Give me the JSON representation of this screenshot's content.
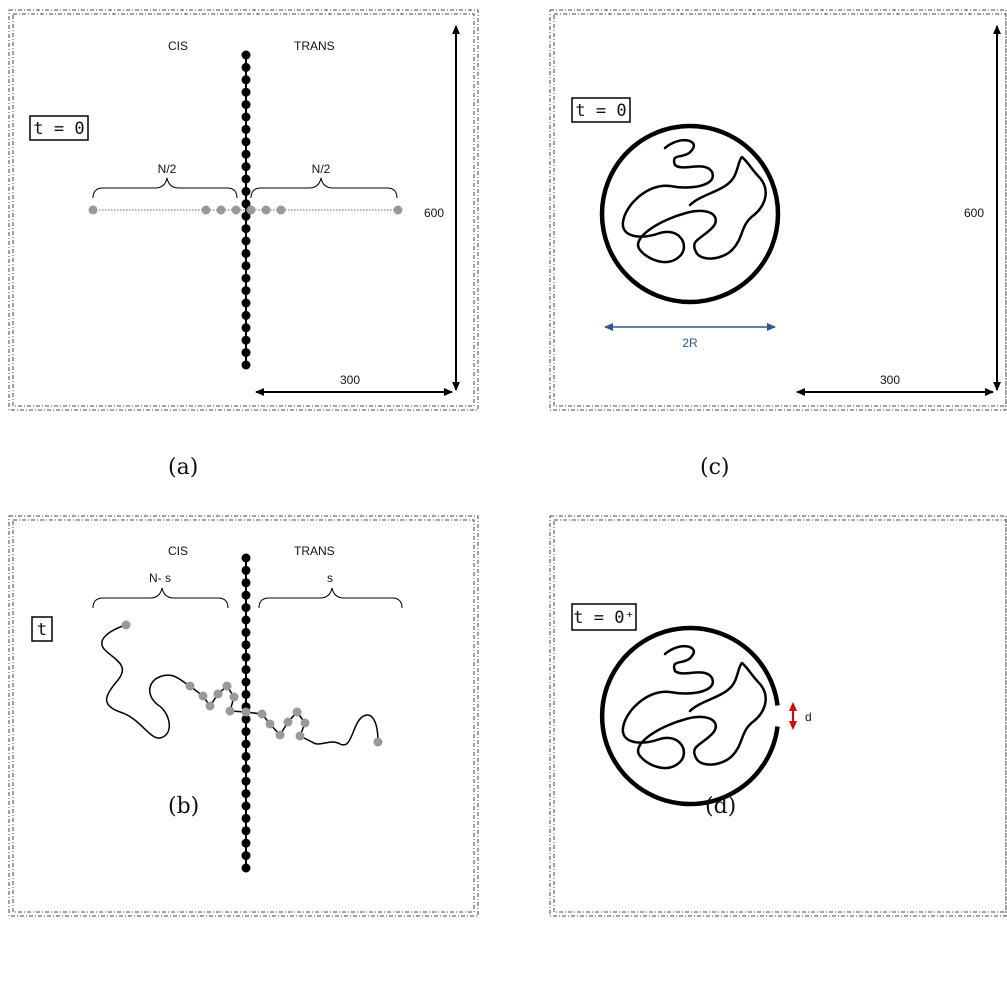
{
  "panels": {
    "a": {
      "caption": "(a)",
      "time_label": "t = 0",
      "cis_label": "CIS",
      "trans_label": "TRANS",
      "left_brace_label": "N/2",
      "right_brace_label": "N/2",
      "height_label": "600",
      "half_width_label": "300"
    },
    "b": {
      "caption": "(b)",
      "time_label": "t",
      "cis_label": "CIS",
      "trans_label": "TRANS",
      "left_brace_label": "N- s",
      "right_brace_label": "s"
    },
    "c": {
      "caption": "(c)",
      "time_label": "t = 0",
      "diameter_label": "2R",
      "height_label": "600",
      "half_width_label": "300"
    },
    "d": {
      "caption": "(d)",
      "time_label": "t = 0⁺",
      "pore_label": "d"
    }
  },
  "colors": {
    "wall_beads": "#000000",
    "polymer_beads": "#999999",
    "diameter_arrow": "#2f5597",
    "pore_arrow": "#e00000"
  }
}
